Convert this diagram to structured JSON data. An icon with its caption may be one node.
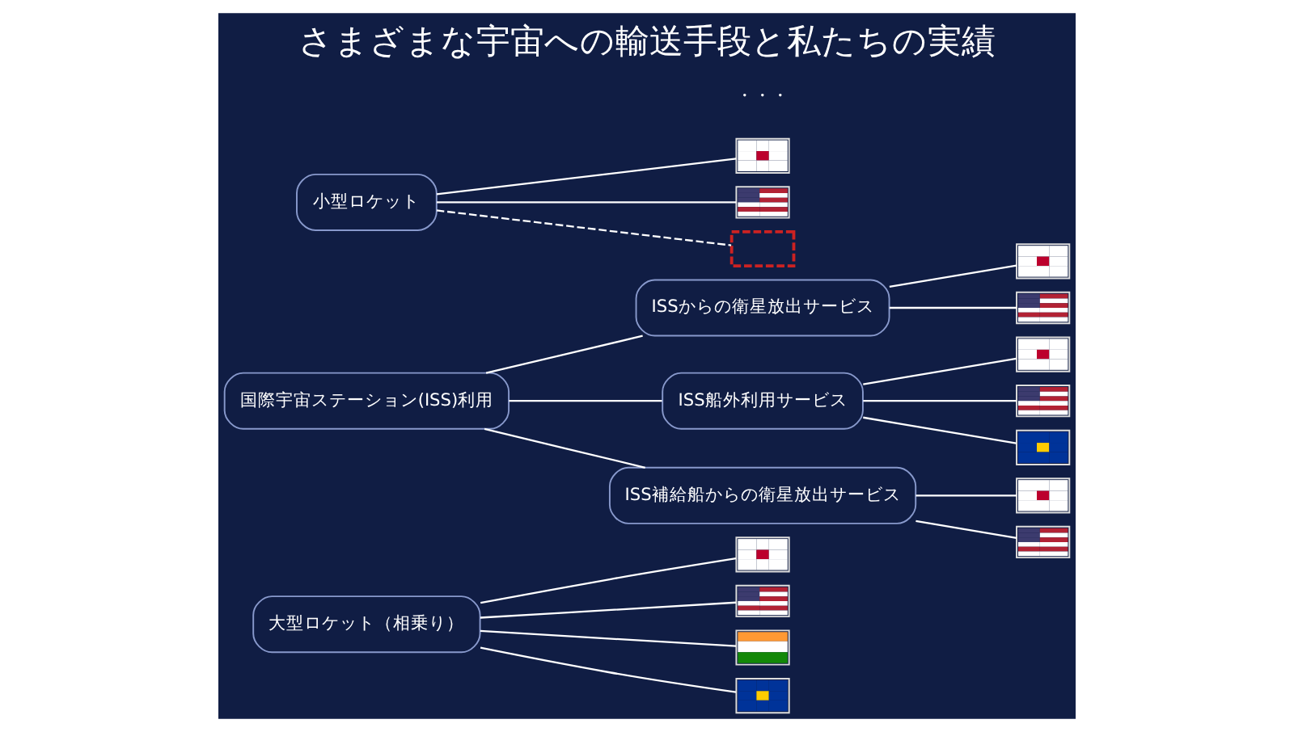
{
  "diagram": {
    "title": "さまざまな宇宙への輸送手段と私たちの実績",
    "nodes": [
      {
        "text": [
          "大型ロケット（相乗り）"
        ]
      },
      {
        "text": [
          "国際宇宙ステーション(ISS)利用"
        ]
      },
      {
        "text": [
          "ISSからの衛星放出サービス"
        ]
      },
      {
        "text": [
          "ISS船外利用サービス"
        ]
      },
      {
        "text": [
          "ISS補給船からの衛星放出サービス"
        ]
      },
      {
        "text": [
          "小型ロケット"
        ]
      },
      {
        "text": [],
        "shape": "picture"
      },
      {
        "text": [],
        "shape": "picture"
      },
      {
        "text": [],
        "shape": "picture"
      },
      {
        "text": [],
        "shape": "picture"
      },
      {
        "text": [],
        "shape": "picture"
      },
      {
        "text": [],
        "shape": "picture"
      },
      {
        "text": [],
        "shape": "picture"
      },
      {
        "text": [],
        "shape": "picture"
      },
      {
        "text": [],
        "shape": "picture"
      },
      {
        "text": [],
        "shape": "picture"
      },
      {
        "text": [],
        "shape": "picture"
      },
      {
        "text": [],
        "shape": "picture"
      },
      {
        "text": [],
        "shape": "picture"
      },
      {
        "text": [],
        "shape": "box"
      }
    ],
    "edges": [
      {
        "from": 0,
        "to": 6,
        "arrow": "none"
      },
      {
        "from": 0,
        "to": 7,
        "arrow": "none"
      },
      {
        "from": 0,
        "to": 8,
        "arrow": "none"
      },
      {
        "from": 0,
        "to": 9,
        "arrow": "none"
      },
      {
        "from": 1,
        "to": 2,
        "arrow": "none"
      },
      {
        "from": 1,
        "to": 3,
        "arrow": "none"
      },
      {
        "from": 1,
        "to": 4,
        "arrow": "none"
      },
      {
        "from": 2,
        "to": 10,
        "arrow": "none"
      },
      {
        "from": 2,
        "to": 11,
        "arrow": "none"
      },
      {
        "from": 3,
        "to": 12,
        "arrow": "none"
      },
      {
        "from": 3,
        "to": 13,
        "arrow": "none"
      },
      {
        "from": 3,
        "to": 14,
        "arrow": "none"
      },
      {
        "from": 4,
        "to": 15,
        "arrow": "none"
      },
      {
        "from": 4,
        "to": 16,
        "arrow": "none"
      },
      {
        "from": 5,
        "to": 17,
        "arrow": "none"
      },
      {
        "from": 5,
        "to": 18,
        "arrow": "none"
      },
      {
        "from": 5,
        "to": 19,
        "arrow": "none",
        "style": "dashed"
      }
    ],
    "labels": [
      "・・・"
    ]
  }
}
